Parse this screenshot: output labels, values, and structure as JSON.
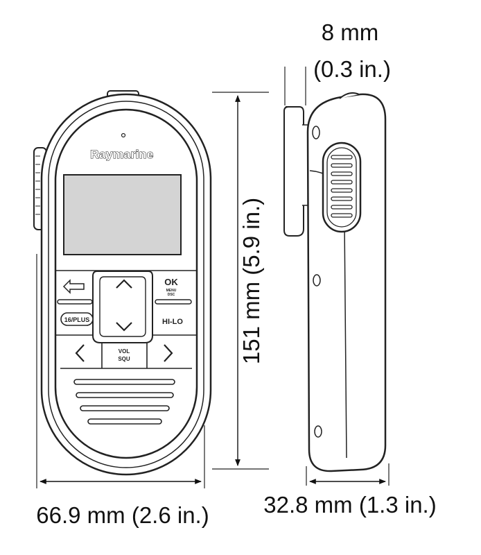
{
  "device": {
    "brand": "Raymarine",
    "buttons": {
      "ok": "OK",
      "menu": "MENU",
      "dsc": "DSC",
      "channel16": "16/PLUS",
      "hilo": "HI-LO",
      "vol": "VOL",
      "squ": "SQU"
    }
  },
  "dimensions": {
    "height_mm": "151 mm (5.9 in.)",
    "width_mm": "66.9 mm (2.6 in.)",
    "depth_mm": "32.8 mm (1.3 in.)",
    "clip_mm": "8 mm",
    "clip_in": "(0.3 in.)"
  },
  "colors": {
    "line": "#222222",
    "screen": "#d4d4d4",
    "body": "#ffffff"
  }
}
